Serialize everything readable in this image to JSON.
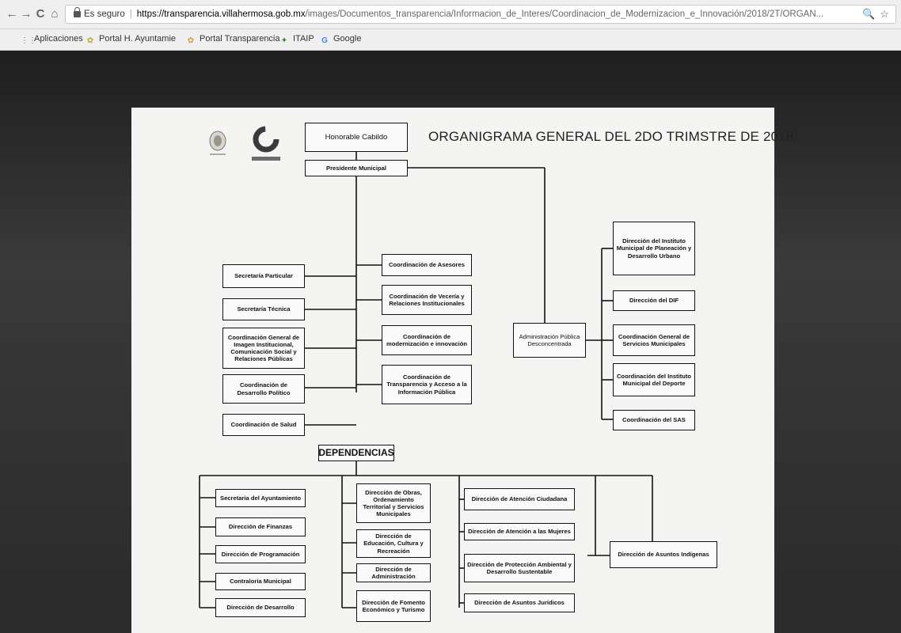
{
  "browser": {
    "nav": {
      "back": "←",
      "forward": "→",
      "reload": "C",
      "home": "⌂"
    },
    "address": {
      "secure_label": "Es seguro",
      "host": "https://transparencia.villahermosa.gob.mx",
      "path": "/images/Documentos_transparencia/Informacion_de_Interes/Coordinacion_de_Modernizacion_e_Innovación/2018/2T/ORGAN...",
      "zoom_icon": "search-icon",
      "star_icon": "star-icon"
    },
    "bookmarks": [
      {
        "label": "Aplicaciones",
        "icon": "apps-grid-icon"
      },
      {
        "label": "Portal H. Ayuntamie",
        "icon": "site-icon"
      },
      {
        "label": "Portal Transparencia",
        "icon": "site-icon"
      },
      {
        "label": "ITAIP",
        "icon": "site-icon"
      },
      {
        "label": "Google",
        "icon": "google-icon"
      }
    ]
  },
  "document": {
    "title": "ORGANIGRAMA GENERAL DEL 2DO TRIMSTRE DE 2018",
    "top": {
      "cabildo": "Honorable Cabildo",
      "presidente": "Presidente Municipal"
    },
    "left_staff": [
      "Secretaría Particular",
      "Secretaría Técnica",
      "Coordinación General de Imagen Institucional, Comunicación Social y Relaciones Públicas",
      "Coordinación de Desarrollo Político",
      "Coordinación de Salud"
    ],
    "right_staff": [
      "Coordinación de Asesores",
      "Coordinación de Vecería y Relaciones Institucionales",
      "Coordinación de modernización e innovación",
      "Coordinación de Transparencia y Acceso a la Información Pública"
    ],
    "apd": {
      "label": "Administración Pública Desconcentrada",
      "units": [
        "Dirección del Instituto Municipal de Planeación y Desarrollo Urbano",
        "Dirección del DIF",
        "Coordinación General de Servicios Municipales",
        "Coordinación del Instituto Municipal del Deporte",
        "Coordinación del SAS"
      ]
    },
    "dependencias": {
      "label": "DEPENDENCIAS",
      "col1": [
        "Secretaria del Ayuntamiento",
        "Dirección de Finanzas",
        "Dirección de Programación",
        "Contraloría Municipal",
        "Dirección de Desarrollo"
      ],
      "col2": [
        "Dirección de Obras, Ordenamiento Territorial y Servicios Municipales",
        "Dirección de Educación, Cultura y Recreación",
        "Dirección de Administración",
        "Dirección de Fomento Económico y Turismo"
      ],
      "col3": [
        "Dirección de Atención Ciudadana",
        "Dirección de Atención a las Mujeres",
        "Dirección de Protección Ambiental y Desarrollo Sustentable",
        "Dirección de Asuntos Jurídicos"
      ],
      "col4": [
        "Dirección de Asuntos Indígenas"
      ]
    }
  }
}
